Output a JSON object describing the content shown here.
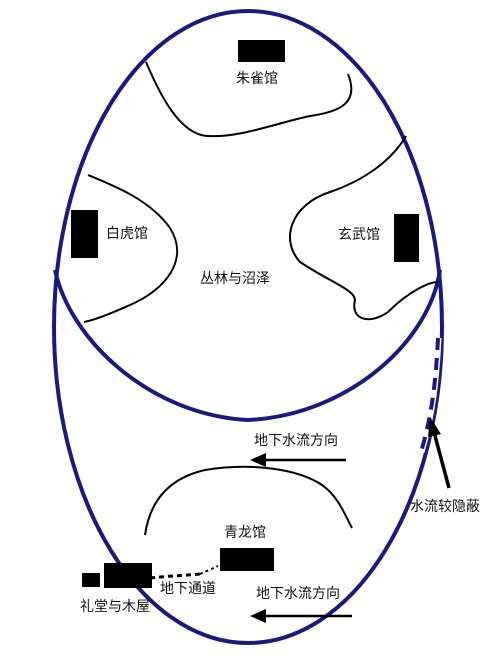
{
  "colors": {
    "ellipse": "#1a1a7e",
    "region": "#000000",
    "building": "#000000",
    "background": "#ffffff"
  },
  "labels": {
    "zhuque": "朱雀馆",
    "baihu": "白虎馆",
    "xuanwu": "玄武馆",
    "center": "丛林与沼泽",
    "qinglong": "青龙馆",
    "chapel": "礼堂与木屋",
    "tunnel": "地下通道",
    "flow_upper": "地下水流方向",
    "flow_lower": "地下水流方向",
    "hidden_flow": "水流较隐蔽"
  }
}
